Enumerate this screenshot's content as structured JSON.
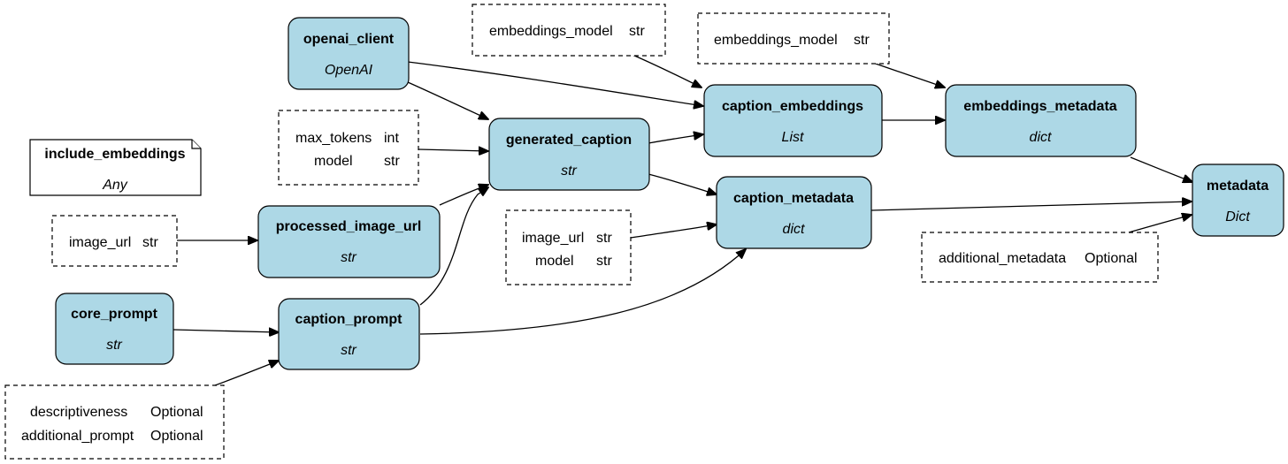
{
  "nodes": {
    "openai_client": {
      "title": "openai_client",
      "type": "OpenAI"
    },
    "generated_caption": {
      "title": "generated_caption",
      "type": "str"
    },
    "caption_embeddings": {
      "title": "caption_embeddings",
      "type": "List"
    },
    "embeddings_metadata": {
      "title": "embeddings_metadata",
      "type": "dict"
    },
    "caption_metadata": {
      "title": "caption_metadata",
      "type": "dict"
    },
    "metadata": {
      "title": "metadata",
      "type": "Dict"
    },
    "processed_image_url": {
      "title": "processed_image_url",
      "type": "str"
    },
    "core_prompt": {
      "title": "core_prompt",
      "type": "str"
    },
    "caption_prompt": {
      "title": "caption_prompt",
      "type": "str"
    },
    "include_embeddings": {
      "title": "include_embeddings",
      "type": "Any"
    }
  },
  "inputs": {
    "embeddings_model_1": {
      "rows": [
        {
          "name": "embeddings_model",
          "type": "str"
        }
      ]
    },
    "embeddings_model_2": {
      "rows": [
        {
          "name": "embeddings_model",
          "type": "str"
        }
      ]
    },
    "generation_params": {
      "rows": [
        {
          "name": "max_tokens",
          "type": "int"
        },
        {
          "name": "model",
          "type": "str"
        }
      ]
    },
    "image_url": {
      "rows": [
        {
          "name": "image_url",
          "type": "str"
        }
      ]
    },
    "caption_meta_params": {
      "rows": [
        {
          "name": "image_url",
          "type": "str"
        },
        {
          "name": "model",
          "type": "str"
        }
      ]
    },
    "additional_metadata": {
      "rows": [
        {
          "name": "additional_metadata",
          "type": "Optional"
        }
      ]
    },
    "prompt_params": {
      "rows": [
        {
          "name": "descriptiveness",
          "type": "Optional"
        },
        {
          "name": "additional_prompt",
          "type": "Optional"
        }
      ]
    }
  },
  "colors": {
    "function_node_fill": "#add8e6",
    "stroke": "#000000",
    "background": "#ffffff"
  }
}
